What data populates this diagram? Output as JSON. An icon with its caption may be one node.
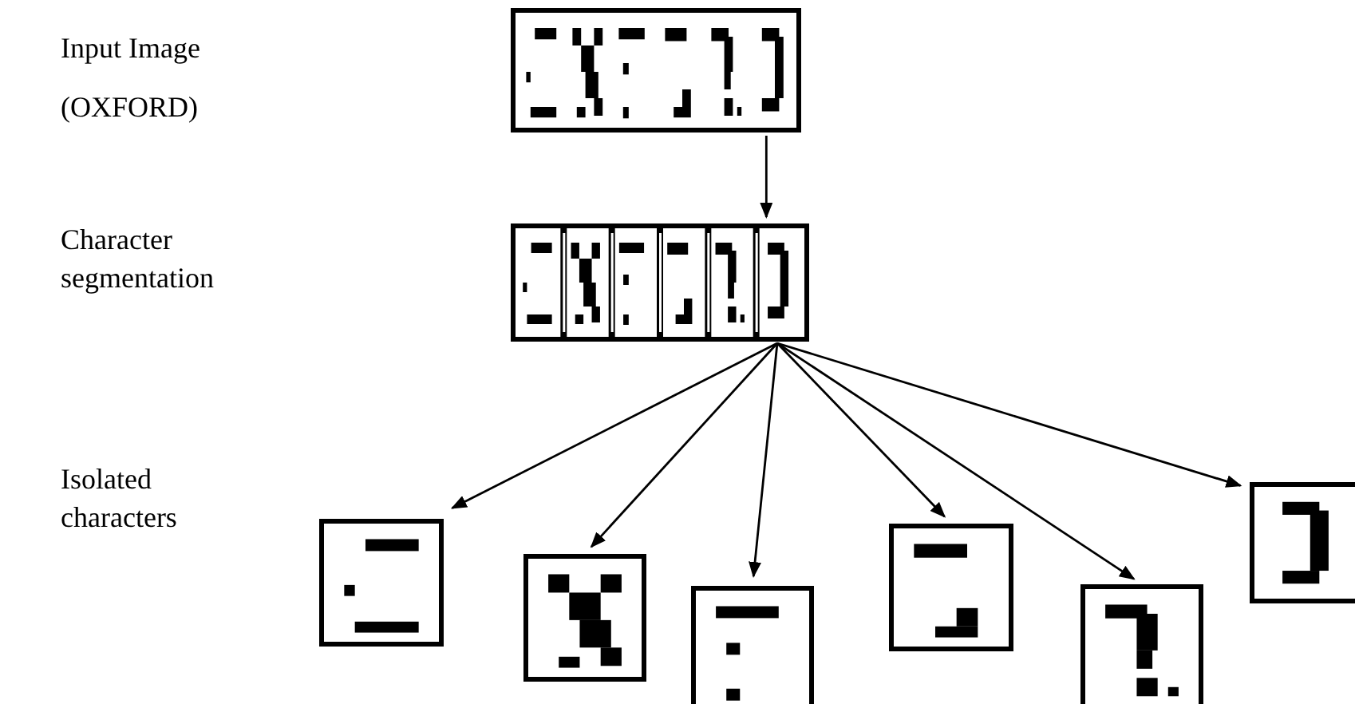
{
  "diagram": {
    "nodes": [
      {
        "text": [],
        "shape": "picture"
      },
      {
        "text": [],
        "shape": "picture"
      },
      {
        "text": [],
        "shape": "picture"
      },
      {
        "text": [],
        "shape": "picture"
      },
      {
        "text": [],
        "shape": "picture"
      },
      {
        "text": [],
        "shape": "picture"
      },
      {
        "text": [],
        "shape": "picture"
      },
      {
        "text": [],
        "shape": "picture"
      }
    ],
    "edges": [
      {
        "from": 0,
        "to": 1,
        "arrow": "to"
      },
      {
        "from": 1,
        "to": 2,
        "arrow": "to"
      },
      {
        "from": 1,
        "to": 3,
        "arrow": "to"
      },
      {
        "from": 1,
        "to": 4,
        "arrow": "to"
      },
      {
        "from": 1,
        "to": 5,
        "arrow": "to"
      },
      {
        "from": 1,
        "to": 6,
        "arrow": "to"
      },
      {
        "from": 1,
        "to": 7,
        "arrow": "to"
      }
    ],
    "labels": [
      "Input Image",
      "(OXFORD)",
      "Character segmentation",
      "Isolated characters"
    ]
  }
}
